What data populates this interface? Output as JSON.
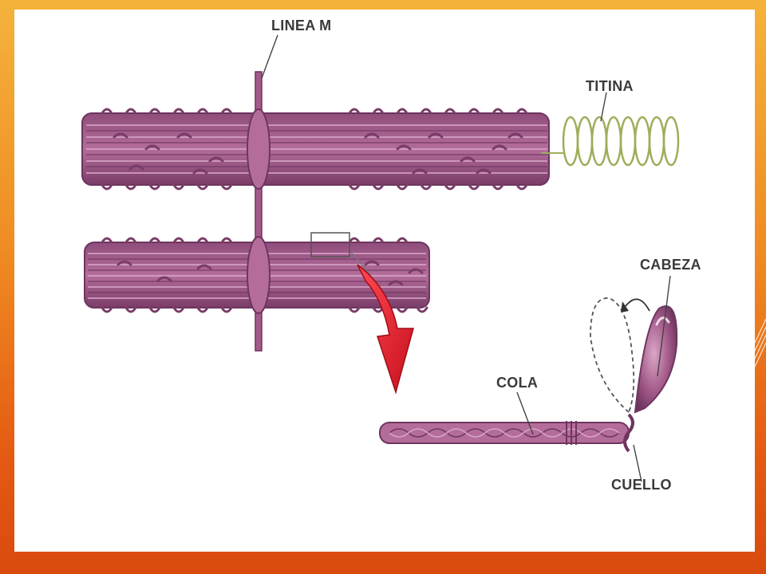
{
  "slide": {
    "background_top": "#f4b33a",
    "background_bottom": "#d94a0e",
    "panel_color": "#ffffff"
  },
  "diagram": {
    "labels": {
      "linea_m": "LINEA M",
      "titina": "TITINA",
      "cabeza": "CABEZA",
      "cola": "COLA",
      "cuello": "CUELLO"
    },
    "colors": {
      "filament": "#a35a8a",
      "filament_dark": "#6e3560",
      "titin": "#9cae5a",
      "arrow": "#e01b2a"
    }
  }
}
